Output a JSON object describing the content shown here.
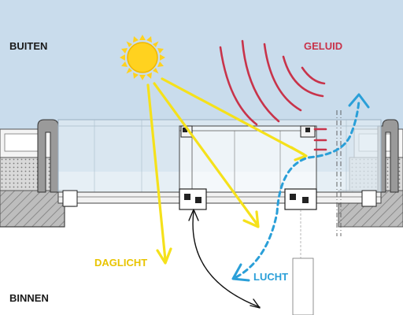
{
  "labels": {
    "outside": "BUITEN",
    "inside": "BINNEN",
    "sound": "GELUID",
    "daylight": "DAGLICHT",
    "air": "LUCHT"
  },
  "colors": {
    "sky": "#c9dcec",
    "sun": "#ffd21f",
    "daylight": "#f5e11b",
    "sound": "#c8334a",
    "air": "#2a9fd8",
    "text_dark": "#1a1a1a",
    "text_sound": "#c8334a",
    "text_daylight": "#e8c400",
    "text_air": "#2a9fd8",
    "glass": "#dde9f2",
    "masonry": "#b7b7b7",
    "insulation": "#d7d7d7",
    "frame": "#f2f2f2"
  },
  "icons": [
    "sun-icon",
    "sound-waves-icon",
    "air-flow-arrow-icon",
    "daylight-arrow-icon",
    "opening-swing-arrow-icon"
  ]
}
